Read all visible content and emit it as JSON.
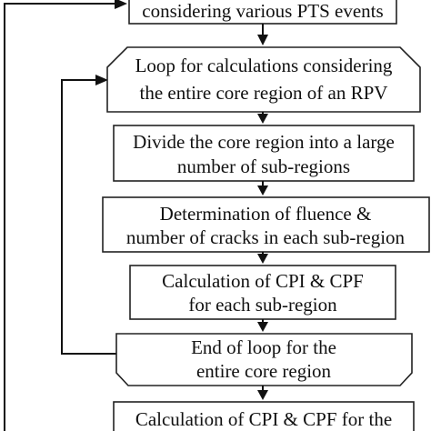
{
  "flowchart": {
    "steps": [
      {
        "id": "pts_events",
        "lines": [
          "considering various PTS events"
        ]
      },
      {
        "id": "loop_start",
        "lines": [
          "Loop for calculations considering",
          "the entire core region of an RPV"
        ]
      },
      {
        "id": "divide",
        "lines": [
          "Divide the core region into a large",
          "number of sub-regions"
        ]
      },
      {
        "id": "fluence",
        "lines": [
          "Determination of fluence &",
          "number of cracks in each sub-region"
        ]
      },
      {
        "id": "cpi_sub",
        "lines": [
          "Calculation of CPI & CPF",
          "for each sub-region"
        ]
      },
      {
        "id": "loop_end",
        "lines": [
          "End of loop for the",
          "entire core region"
        ]
      },
      {
        "id": "cpi_total",
        "lines": [
          "Calculation of CPI & CPF for the"
        ]
      }
    ]
  }
}
